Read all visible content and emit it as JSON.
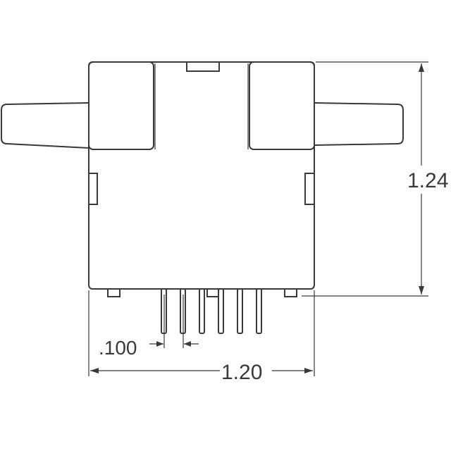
{
  "drawing": {
    "type": "mechanical outline drawing - front view of connector/sensor component",
    "units_note": "inches",
    "line_color": "#3a3a3a",
    "background": "#ffffff"
  },
  "dimensions": {
    "height": {
      "label": "1.24",
      "orientation": "vertical"
    },
    "width": {
      "label": "1.20",
      "orientation": "horizontal"
    },
    "pin_pitch": {
      "label": ".100",
      "orientation": "horizontal"
    }
  },
  "features": {
    "pins_count": 6,
    "ports": [
      "left-port",
      "right-port"
    ],
    "top_blocks": [
      "left-top-block",
      "right-top-block"
    ]
  }
}
